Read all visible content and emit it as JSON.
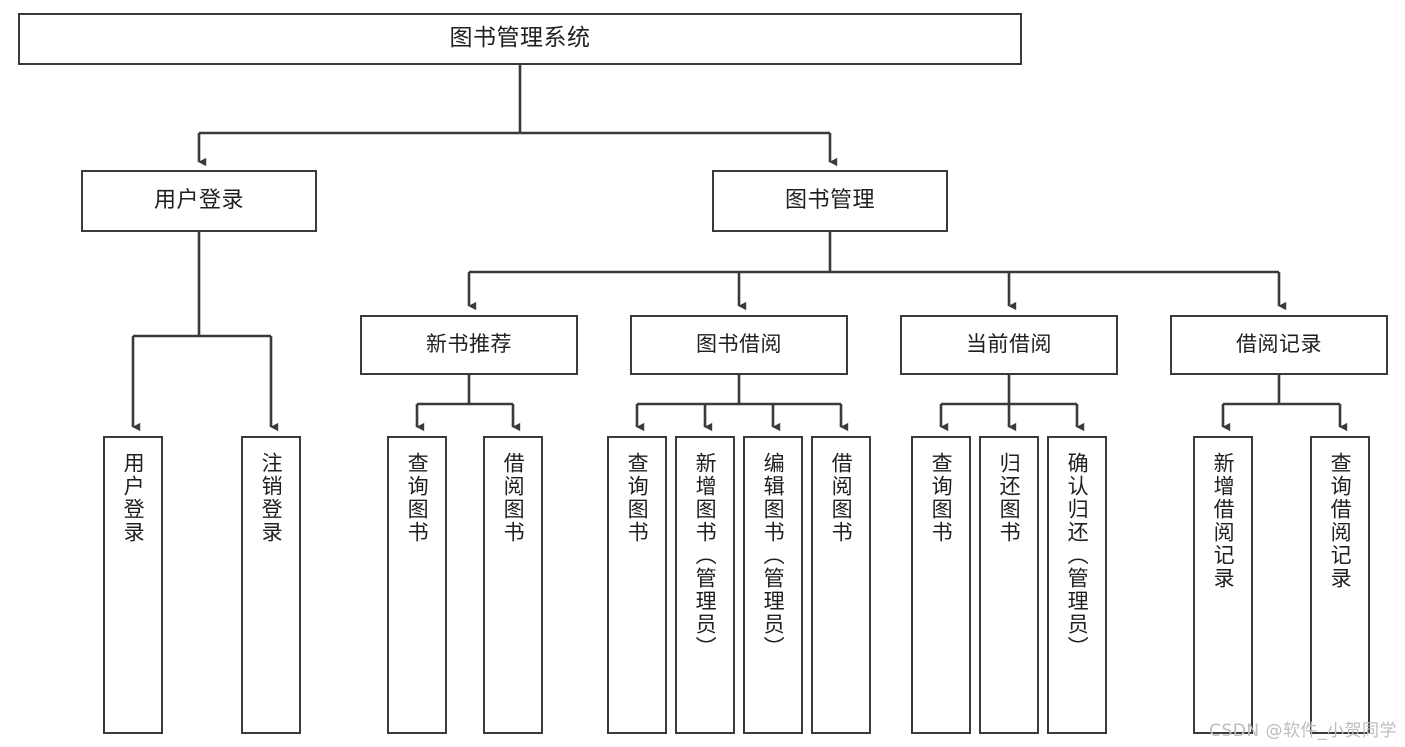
{
  "diagram": {
    "title": "图书管理系统",
    "type": "功能结构图",
    "stroke_color": "#3a3a3a",
    "background_color": "#ffffff",
    "text_color": "#1f1f1f"
  },
  "root": {
    "label": "图书管理系统"
  },
  "level2": [
    {
      "label": "用户登录"
    },
    {
      "label": "图书管理"
    }
  ],
  "level3": [
    {
      "label": "新书推荐"
    },
    {
      "label": "图书借阅"
    },
    {
      "label": "当前借阅"
    },
    {
      "label": "借阅记录"
    }
  ],
  "leaves": {
    "user_login": [
      {
        "label": "用户登录"
      },
      {
        "label": "注销登录"
      }
    ],
    "new_book_recommend": [
      {
        "label": "查询图书"
      },
      {
        "label": "借阅图书"
      }
    ],
    "book_borrow": [
      {
        "label": "查询图书"
      },
      {
        "label": "新增图书（管理员）"
      },
      {
        "label": "编辑图书（管理员）"
      },
      {
        "label": "借阅图书"
      }
    ],
    "current_borrow": [
      {
        "label": "查询图书"
      },
      {
        "label": "归还图书"
      },
      {
        "label": "确认归还（管理员）"
      }
    ],
    "borrow_record": [
      {
        "label": "新增借阅记录"
      },
      {
        "label": "查询借阅记录"
      }
    ]
  },
  "watermark": {
    "text": "CSDN @软件_小贺同学"
  }
}
